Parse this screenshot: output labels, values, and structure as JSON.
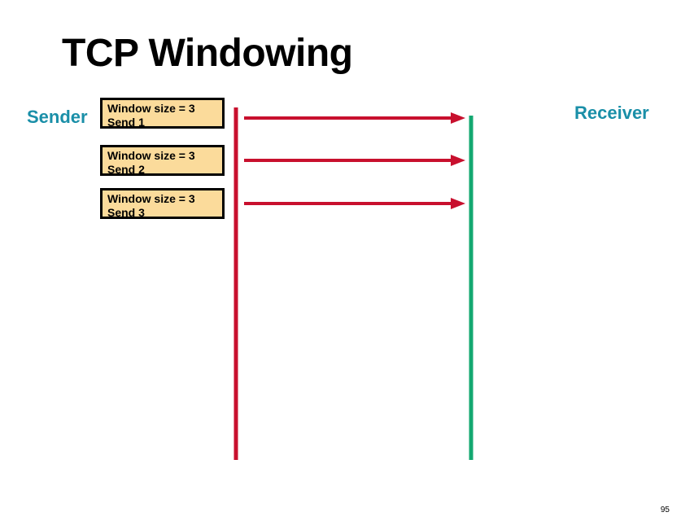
{
  "title": "TCP Windowing",
  "sender_label": "Sender",
  "receiver_label": "Receiver",
  "packets": [
    {
      "line1": "Window size = 3",
      "line2": "Send 1"
    },
    {
      "line1": "Window size = 3",
      "line2": "Send 2"
    },
    {
      "line1": "Window size = 3",
      "line2": "Send 3"
    }
  ],
  "page_number": "95",
  "colors": {
    "label": "#1a8fa8",
    "packet_fill": "#fbdb9b",
    "sender_line": "#c8102e",
    "receiver_line": "#14a871",
    "arrow": "#c8102e"
  }
}
